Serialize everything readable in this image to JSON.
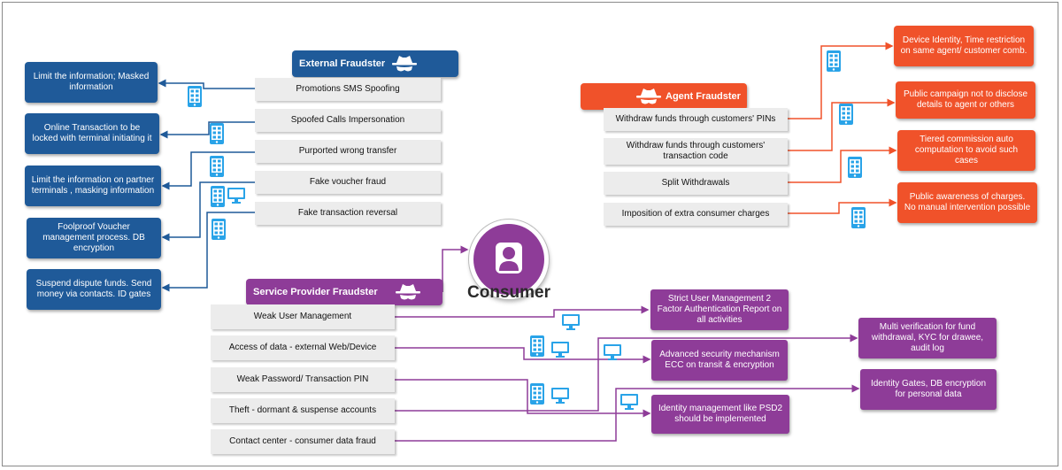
{
  "consumer": {
    "label": "Consumer"
  },
  "external": {
    "title": "External Fraudster",
    "threats": [
      "Promotions SMS Spoofing",
      "Spoofed Calls Impersonation",
      "Purported wrong transfer",
      "Fake voucher fraud",
      "Fake transaction reversal"
    ],
    "mitigations": [
      "Limit the information; Masked information",
      "Online Transaction to be locked  with terminal initiating it",
      "Limit the information on partner terminals , masking information",
      "Foolproof Voucher management process. DB encryption",
      "Suspend dispute funds. Send money via contacts. ID gates"
    ]
  },
  "agent": {
    "title": "Agent Fraudster",
    "threats": [
      "Withdraw funds through customers' PINs",
      "Withdraw funds through customers' transaction code",
      "Split Withdrawals",
      "Imposition of extra consumer charges"
    ],
    "mitigations": [
      "Device Identity, Time restriction on  same agent/ customer comb.",
      "Public campaign not to disclose details to agent or others",
      "Tiered commission auto computation to avoid  such cases",
      "Public awareness of charges. No manual intervention possible"
    ]
  },
  "provider": {
    "title": "Service Provider Fraudster",
    "threats": [
      "Weak User Management",
      "Access of data - external Web/Device",
      "Weak Password/ Transaction PIN",
      "Theft  - dormant & suspense accounts",
      "Contact center - consumer data fraud"
    ],
    "mitigations": [
      "Strict User Management 2 Factor Authentication Report on all activities",
      "Multi verification for fund withdrawal, KYC for drawee, audit log",
      "Advanced security mechanism ECC on transit & encryption",
      "Identity Gates, DB encryption for personal data",
      "Identity management like PSD2 should be implemented"
    ]
  },
  "colors": {
    "blue": "#1f5a99",
    "orange": "#f0522a",
    "purple": "#8e3c98",
    "grey_box": "#ececec",
    "icon_blue": "#29a3e8"
  },
  "icons": [
    "fraudster-hat-icon",
    "mobile-phone-icon",
    "desktop-monitor-icon",
    "user-icon"
  ]
}
